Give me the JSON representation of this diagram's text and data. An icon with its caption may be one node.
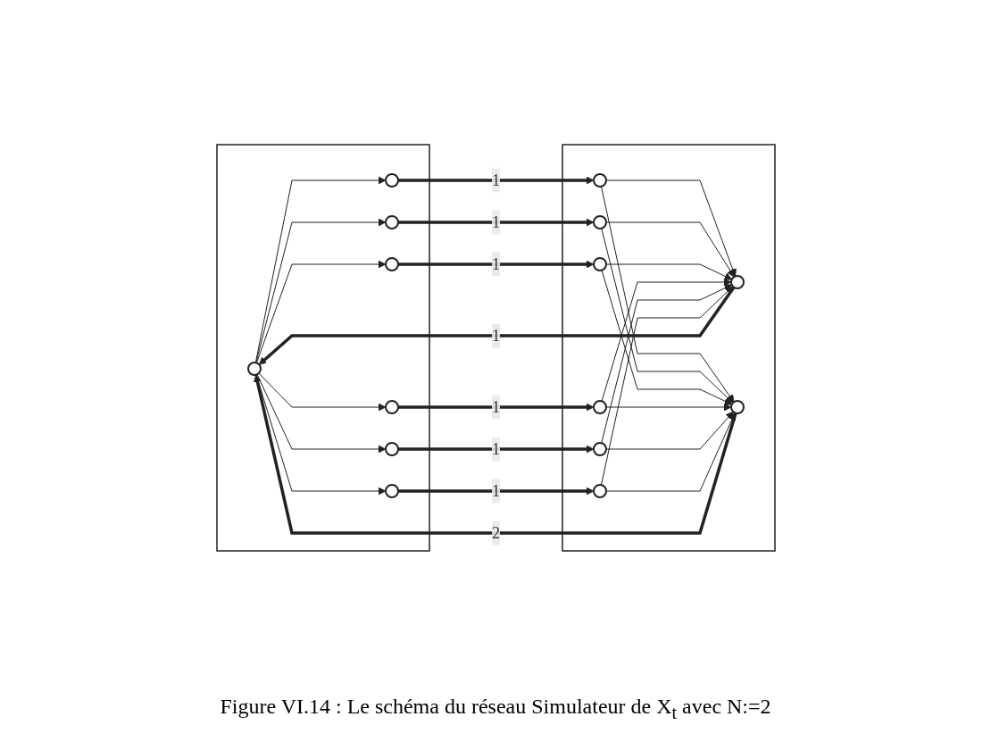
{
  "diagram": {
    "caption": "Figure VI.14 : Le  schéma du réseau Simulateur de X$_{t}$ avec N:=2",
    "nodes": [
      {
        "text": [],
        "shape": "box"
      },
      {
        "text": [],
        "shape": "box"
      },
      {
        "text": [],
        "shape": "circle",
        "in": 0
      },
      {
        "text": [],
        "shape": "circle",
        "in": 0
      },
      {
        "text": [],
        "shape": "circle",
        "in": 0
      },
      {
        "text": [],
        "shape": "circle",
        "in": 0
      },
      {
        "text": [],
        "shape": "circle",
        "in": 0
      },
      {
        "text": [],
        "shape": "circle",
        "in": 0
      },
      {
        "text": [],
        "shape": "circle",
        "in": 0
      },
      {
        "text": [],
        "shape": "circle",
        "in": 1
      },
      {
        "text": [],
        "shape": "circle",
        "in": 1
      },
      {
        "text": [],
        "shape": "circle",
        "in": 1
      },
      {
        "text": [],
        "shape": "circle",
        "in": 1
      },
      {
        "text": [],
        "shape": "circle",
        "in": 1
      },
      {
        "text": [],
        "shape": "circle",
        "in": 1
      },
      {
        "text": [],
        "shape": "circle",
        "in": 1
      },
      {
        "text": [],
        "shape": "circle",
        "in": 1
      }
    ],
    "edges": [
      {
        "from": 2,
        "to": 3,
        "arrow": "to"
      },
      {
        "from": 2,
        "to": 4,
        "arrow": "to"
      },
      {
        "from": 2,
        "to": 5,
        "arrow": "to"
      },
      {
        "from": 2,
        "to": 6,
        "arrow": "to"
      },
      {
        "from": 2,
        "to": 7,
        "arrow": "to"
      },
      {
        "from": 2,
        "to": 8,
        "arrow": "to"
      },
      {
        "from": 3,
        "to": 9,
        "arrow": "to",
        "label": "1",
        "style": "thick"
      },
      {
        "from": 4,
        "to": 10,
        "arrow": "to",
        "label": "1",
        "style": "thick"
      },
      {
        "from": 5,
        "to": 11,
        "arrow": "to",
        "label": "1",
        "style": "thick"
      },
      {
        "from": 6,
        "to": 12,
        "arrow": "to",
        "label": "1",
        "style": "thick"
      },
      {
        "from": 7,
        "to": 13,
        "arrow": "to",
        "label": "1",
        "style": "thick"
      },
      {
        "from": 8,
        "to": 14,
        "arrow": "to",
        "label": "1",
        "style": "thick"
      },
      {
        "from": 9,
        "to": 15,
        "arrow": "to"
      },
      {
        "from": 9,
        "to": 16,
        "arrow": "to"
      },
      {
        "from": 10,
        "to": 15,
        "arrow": "to"
      },
      {
        "from": 10,
        "to": 16,
        "arrow": "to"
      },
      {
        "from": 11,
        "to": 15,
        "arrow": "to"
      },
      {
        "from": 11,
        "to": 16,
        "arrow": "to"
      },
      {
        "from": 12,
        "to": 15,
        "arrow": "to"
      },
      {
        "from": 12,
        "to": 16,
        "arrow": "to"
      },
      {
        "from": 13,
        "to": 15,
        "arrow": "to"
      },
      {
        "from": 13,
        "to": 16,
        "arrow": "to"
      },
      {
        "from": 14,
        "to": 15,
        "arrow": "to"
      },
      {
        "from": 14,
        "to": 16,
        "arrow": "to"
      },
      {
        "from": 15,
        "to": 2,
        "arrow": "to",
        "label": "1",
        "style": "thick"
      },
      {
        "from": 16,
        "to": 2,
        "arrow": "to",
        "label": "2",
        "style": "thick"
      }
    ]
  }
}
